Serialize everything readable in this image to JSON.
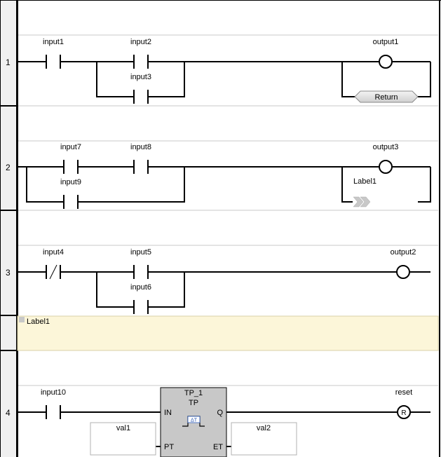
{
  "rungs": [
    {
      "number": "1",
      "contacts": {
        "input1": "input1",
        "input2": "input2",
        "input3": "input3"
      },
      "coil": "output1",
      "return_label": "Return"
    },
    {
      "number": "2",
      "contacts": {
        "input7": "input7",
        "input8": "input8",
        "input9": "input9"
      },
      "coil": "output3",
      "jump_label": "Label1"
    },
    {
      "number": "3",
      "contacts": {
        "input4": "input4",
        "input5": "input5",
        "input6": "input6"
      },
      "coil": "output2"
    },
    {
      "label_row": "Label1"
    },
    {
      "number": "4",
      "contact": "input10",
      "block": {
        "instance": "TP_1",
        "type": "TP",
        "in_pin": "IN",
        "q_pin": "Q",
        "pt_pin": "PT",
        "et_pin": "ET",
        "icon_text": "ΔT"
      },
      "pt_value": "val1",
      "et_value": "val2",
      "reset_coil": "reset",
      "reset_symbol": "R"
    }
  ],
  "colors": {
    "gutter": "#f0f0f0",
    "label_row_bg": "#fcf6d9",
    "block_fill": "#c8c8c8",
    "return_fill": "#dcdcdc",
    "jump_arrow": "#c8c8c8"
  }
}
